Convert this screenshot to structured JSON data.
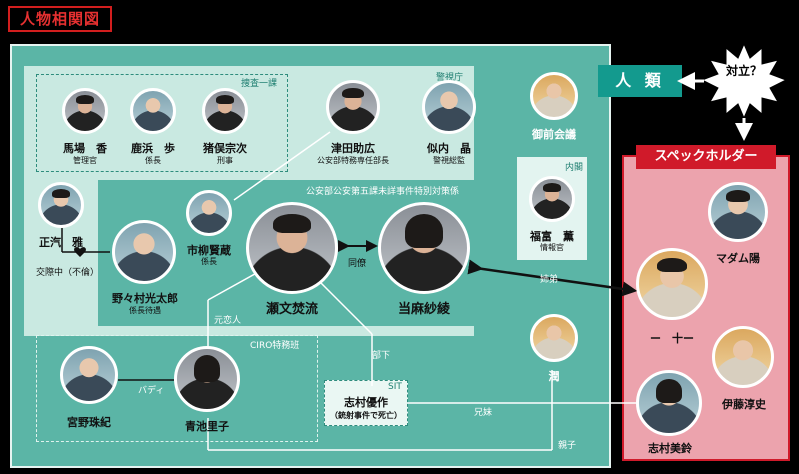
{
  "title": "人物相関図",
  "groups": {
    "police": "警視庁",
    "squad": "捜査一課",
    "section": "公安部公安第五課未詳事件特別対策係",
    "ciro": "CIRO特務班",
    "sit": "SIT",
    "cabinet": "内閣",
    "spec_holders": "スペックホルダー",
    "humanity": "人 類",
    "versus": "対立？"
  },
  "characters": {
    "baba": {
      "name": "馬場　香",
      "role": "管理官"
    },
    "kanohama": {
      "name": "鹿浜　歩",
      "role": "係長"
    },
    "inomata": {
      "name": "猪俣宗次",
      "role": "刑事"
    },
    "tsuda": {
      "name": "津田助広",
      "role": "公安部特務専任部長"
    },
    "niuchi": {
      "name": "似内　晶",
      "role": "警視総監"
    },
    "gozen": {
      "name": "御前会議",
      "role": ""
    },
    "fukumiya": {
      "name": "福富　薫",
      "role": "情報官"
    },
    "masaki": {
      "name": "正汽　雅",
      "role": ""
    },
    "ichiyanagi": {
      "name": "市柳賢蔵",
      "role": "係長"
    },
    "nonomura": {
      "name": "野々村光太郎",
      "role": "係長待遇"
    },
    "sebumi": {
      "name": "瀬文焚流",
      "role": ""
    },
    "toma": {
      "name": "当麻紗綾",
      "role": ""
    },
    "miyano": {
      "name": "宮野珠紀",
      "role": ""
    },
    "aoike": {
      "name": "青池里子",
      "role": ""
    },
    "shimura": {
      "name": "志村優作",
      "role": "（銃射事件で死亡）"
    },
    "jun": {
      "name": "潤",
      "role": ""
    },
    "madam": {
      "name": "マダム陽",
      "role": ""
    },
    "ninomae": {
      "name": "ー　十ー",
      "role": ""
    },
    "ito": {
      "name": "伊藤淳史",
      "role": ""
    },
    "misuzu": {
      "name": "志村美鈴",
      "role": ""
    }
  },
  "relations": {
    "affair": "交際中（不倫）",
    "colleague": "同僚",
    "ex_lover": "元恋人",
    "buddy": "バディ",
    "subordinate": "部下",
    "siblings_toma": "姉弟",
    "siblings_shimura": "兄妹",
    "parent_child": "親子"
  },
  "colors": {
    "police_dark": "#5bb5a6",
    "police_light": "#c9e9e1",
    "spec_pink": "#eca3ad",
    "spec_red": "#d01a2a",
    "humanity_teal": "#139a8e",
    "title_red": "#d21e1e"
  }
}
